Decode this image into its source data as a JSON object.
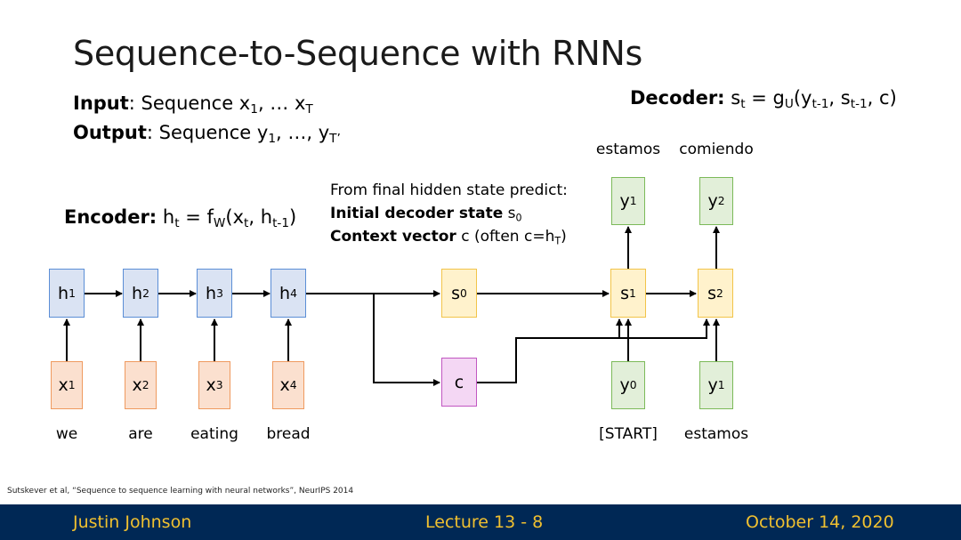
{
  "title": "Sequence-to-Sequence with RNNs",
  "input_line": {
    "label": "Input",
    "text": ": Sequence x",
    "sub1": "1",
    "mid": ", … x",
    "subT": "T"
  },
  "output_line": {
    "label": "Output",
    "text": ": Sequence y",
    "sub1": "1",
    "mid": ", …, y",
    "subT": "T’"
  },
  "decoder_formula": {
    "label": "Decoder:",
    "s": " s",
    "t": "t",
    "eq": " = g",
    "U": "U",
    "y": "(y",
    "tm1": "t-1",
    "comma": ", s",
    "tm1b": "t-1",
    "end": ", c)"
  },
  "encoder_formula": {
    "label": "Encoder:",
    "h": " h",
    "t": "t",
    "eq": " = f",
    "W": "W",
    "x": "(x",
    "t2": "t",
    "comma": ", h",
    "tm1": "t-1",
    "end": ")"
  },
  "prediction_note": {
    "line1": "From final hidden state predict:",
    "line2_bold": "Initial decoder state",
    "line2_rest": " s",
    "line2_sub": "0",
    "line3_bold": "Context vector",
    "line3_rest": " c (often c=h",
    "line3_sub": "T",
    "line3_end": ")"
  },
  "encoder_hidden": [
    {
      "base": "h",
      "sub": "1"
    },
    {
      "base": "h",
      "sub": "2"
    },
    {
      "base": "h",
      "sub": "3"
    },
    {
      "base": "h",
      "sub": "4"
    }
  ],
  "encoder_inputs": [
    {
      "base": "x",
      "sub": "1",
      "word": "we"
    },
    {
      "base": "x",
      "sub": "2",
      "word": "are"
    },
    {
      "base": "x",
      "sub": "3",
      "word": "eating"
    },
    {
      "base": "x",
      "sub": "4",
      "word": "bread"
    }
  ],
  "decoder_initial": {
    "base": "s",
    "sub": "0"
  },
  "context": {
    "label": "c"
  },
  "decoder_states": [
    {
      "base": "s",
      "sub": "1"
    },
    {
      "base": "s",
      "sub": "2"
    }
  ],
  "decoder_inputs": [
    {
      "base": "y",
      "sub": "0",
      "word": "[START]"
    },
    {
      "base": "y",
      "sub": "1",
      "word": "estamos"
    }
  ],
  "decoder_outputs": [
    {
      "base": "y",
      "sub": "1",
      "word": "estamos"
    },
    {
      "base": "y",
      "sub": "2",
      "word": "comiendo"
    }
  ],
  "citation": "Sutskever et al, “Sequence to sequence learning with neural networks”, NeurIPS 2014",
  "footer": {
    "author": "Justin Johnson",
    "lecture": "Lecture 13 - 8",
    "date": "October 14, 2020"
  },
  "colors": {
    "hidden": "#dae3f3",
    "input": "#fbe0cf",
    "state": "#fff2cc",
    "context": "#f4d7f4",
    "output": "#e2efd9",
    "footer_bg": "#002855",
    "footer_text": "#f0c030"
  }
}
